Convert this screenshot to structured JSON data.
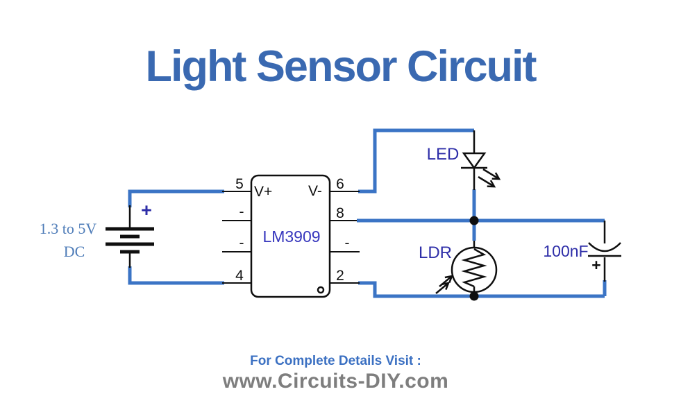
{
  "title": "Light Sensor Circuit",
  "colors": {
    "title_blue": "#3a69b1",
    "wire_blue": "#3b74c5",
    "ink": "#0f0f0f",
    "label_navy": "#2e2ea8",
    "ic_navy": "#3737bd",
    "battery_text_blue": "#4e7cb8",
    "footer_blue": "#3b70c2",
    "footer_gray": "#7e7e7e"
  },
  "circuit": {
    "ic": {
      "name": "LM3909",
      "vplus": "V+",
      "vminus": "V-",
      "left_pins": [
        "5",
        "-",
        "-",
        "4"
      ],
      "right_pins": [
        "6",
        "8",
        "-",
        "2"
      ]
    },
    "battery": {
      "voltage": "1.3 to 5V",
      "type": "DC",
      "polarity": "+"
    },
    "led": {
      "label": "LED"
    },
    "ldr": {
      "label": "LDR"
    },
    "capacitor": {
      "value": "100nF",
      "polarity": "+"
    }
  },
  "footer": {
    "line1": "For Complete Details Visit :",
    "line2": "www.Circuits-DIY.com"
  }
}
